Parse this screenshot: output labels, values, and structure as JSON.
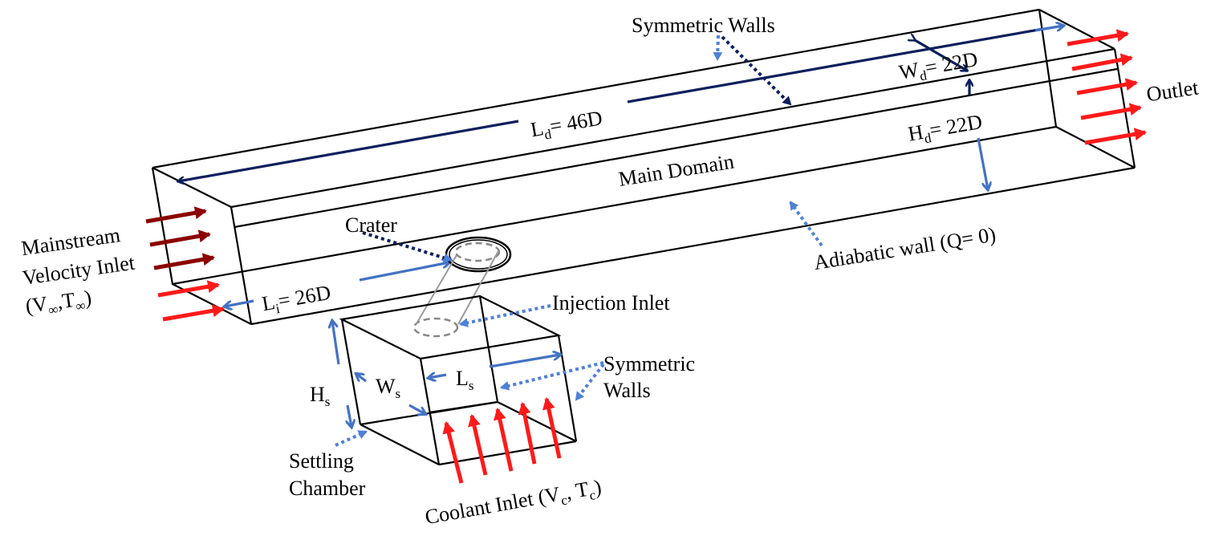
{
  "diagram": {
    "type": "computational-domain-schematic",
    "colors": {
      "edges": "#000000",
      "dimension_dark": "#0c1f5c",
      "dimension_light": "#4472c4",
      "leader_dotted": "#4f81d9",
      "flow_arrow": "#ff1a1a",
      "flow_arrow_dark": "#8b0000",
      "injection_hole": "#888888"
    },
    "labels": {
      "symmetric_walls_top": "Symmetric Walls",
      "main_domain": "Main Domain",
      "outlet": "Outlet",
      "mainstream_line1": "Mainstream",
      "mainstream_line2": "Velocity Inlet",
      "mainstream_line3_open": "(V",
      "mainstream_line3_sub1": "∞",
      "mainstream_line3_mid": ",T",
      "mainstream_line3_sub2": "∞",
      "mainstream_line3_close": ")",
      "crater": "Crater",
      "injection_inlet": "Injection Inlet",
      "symmetric_walls_side_line1": "Symmetric",
      "symmetric_walls_side_line2": "Walls",
      "adiabatic_wall": "Adiabatic wall (Q= 0)",
      "settling_line1": "Settling",
      "settling_line2": "Chamber",
      "coolant_open": "Coolant Inlet (V",
      "coolant_sub1": "c",
      "coolant_mid": ", T",
      "coolant_sub2": "c",
      "coolant_close": ")"
    },
    "dimensions": {
      "Ld": {
        "symbol": "L",
        "sub": "d",
        "value": "= 46D"
      },
      "Wd": {
        "symbol": "W",
        "sub": "d",
        "value": "= 22D"
      },
      "Hd": {
        "symbol": "H",
        "sub": "d",
        "value": "= 22D"
      },
      "Li": {
        "symbol": "L",
        "sub": "i",
        "value": "= 26D"
      },
      "Hs": {
        "symbol": "H",
        "sub": "s"
      },
      "Ws": {
        "symbol": "W",
        "sub": "s"
      },
      "Ls": {
        "symbol": "L",
        "sub": "s"
      }
    }
  }
}
